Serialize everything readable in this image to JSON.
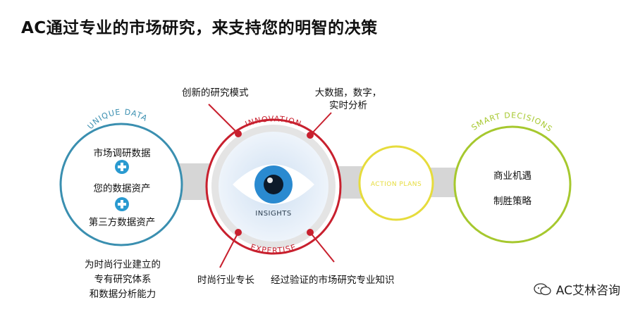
{
  "title": "AC通过专业的市场研究，来支持您的明智的决策",
  "circle_labels": {
    "unique_data": "UNIQUE DATA",
    "innovation": "INNOVATION",
    "expertise": "EXPERTISE",
    "insights": "INSIGHTS",
    "action_plans": "ACTION PLANS",
    "smart_decisions": "SMART DECISIONS"
  },
  "unique_data_items": [
    "市场调研数据",
    "您的数据资产",
    "第三方数据资产"
  ],
  "unique_data_caption": [
    "为时尚行业建立的",
    "专有研究体系",
    "和数据分析能力"
  ],
  "innovation_callouts": {
    "left": "创新的研究模式",
    "right_line1": "大数据，数字，",
    "right_line2": "实时分析"
  },
  "expertise_callouts": {
    "left": "时尚行业专长",
    "right": "经过验证的市场研究专业知识"
  },
  "smart_decisions_items": [
    "商业机遇",
    "制胜策略"
  ],
  "watermark": "AC艾林咨询",
  "colors": {
    "unique_data": "#3a8fb0",
    "insights_ring": "#c8202e",
    "action_plans": "#e6dc3c",
    "smart_decisions": "#a6c82e",
    "connector": "#d6d6d6",
    "plus": "#2a9ad0",
    "eye_blue": "#2a8ad0"
  }
}
